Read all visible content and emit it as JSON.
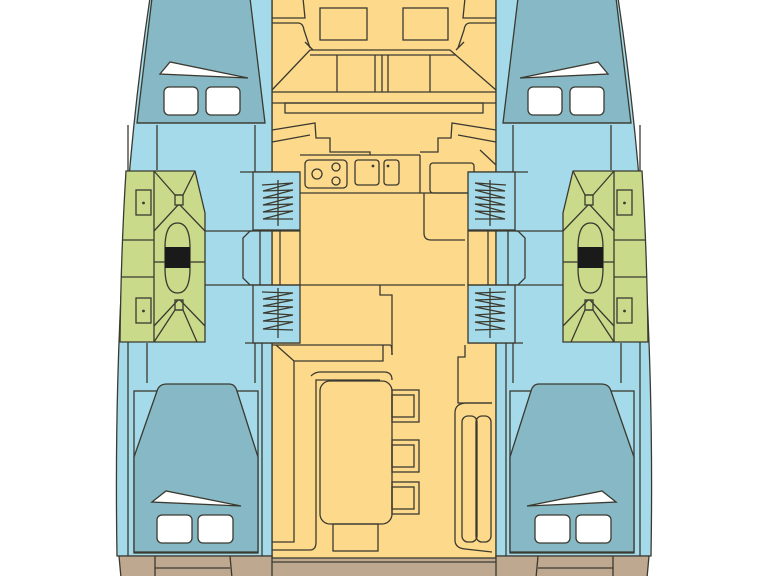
{
  "diagram": {
    "kind": "catamaran deck layout",
    "colors": {
      "hull_cabin": "#a4dae9",
      "bed": "#86b8c5",
      "head": "#c9da8b",
      "salon": "#fcd98b",
      "deck": "#bea88f",
      "outline": "#3b3a30"
    },
    "zones": [
      "bow-cabin-port",
      "bow-cabin-starboard",
      "head-port",
      "head-starboard",
      "salon-galley",
      "aft-cabin-port",
      "aft-cabin-starboard",
      "aft-deck"
    ]
  }
}
